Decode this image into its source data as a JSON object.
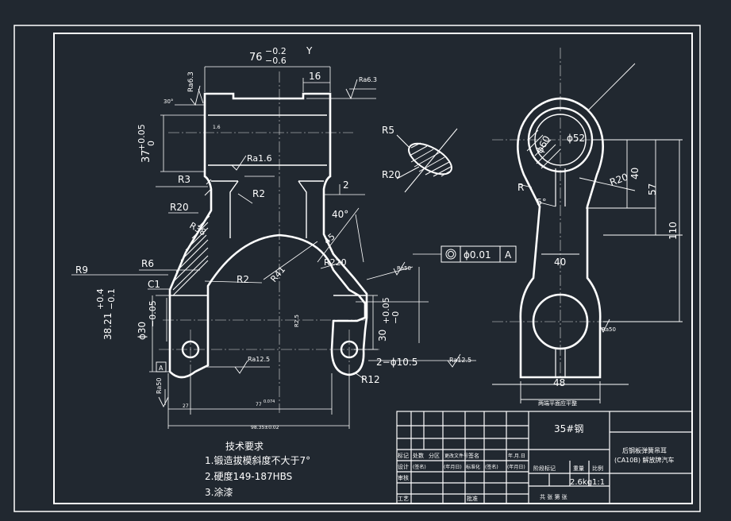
{
  "dims": {
    "top_width": "76",
    "top_tol_upper": "−0.2",
    "top_tol_lower": "−0.6",
    "axis_y": "Y",
    "slot_width": "16",
    "ra_top_left": "Ra6.3",
    "ra_top_right": "Ra6.3",
    "angle_top": "30°",
    "bore_height": "37",
    "bore_height_tol_upper": "+0.05",
    "bore_height_tol_lower": "0",
    "small_dim": "1.6",
    "ra_mid": "Ra1.6",
    "r3": "R3",
    "r2_upper": "R2",
    "gap_2": "2",
    "r20_left": "R20",
    "r38": "R38",
    "angle_40": "40°",
    "dim_45": "45",
    "r41": "R41",
    "r220": "R220",
    "r6": "R6",
    "r9": "R9",
    "c1": "C1",
    "r2_lower": "R2",
    "height_38": "38.21",
    "height_38_tol_upper": "+0.4",
    "height_38_tol_lower": "−0.1",
    "phi_30": "ϕ30",
    "phi_30_tol": "−0.05",
    "r2_5": "R2.5",
    "height_30": "30",
    "height_30_tol_upper": "+0.05",
    "height_30_tol_lower": "−0",
    "ra_right_side": "Ra50",
    "hole_dim": "2−ϕ10.5",
    "ra_hole": "Ra12.5",
    "r12": "R12",
    "ra_bottom_left": "Ra12.5",
    "datum_a": "A",
    "ra_left_vertical": "Ra50",
    "dim_27": "27",
    "dim_77": "77",
    "dim_77_tol": "0.074",
    "overall_width": "98.35±0.02",
    "section_r5": "R5",
    "section_r20": "R20",
    "tol_value": "ϕ0.01",
    "tol_datum": "A",
    "side_phi60": "ϕ60",
    "side_phi52": "ϕ52",
    "side_r20": "R20",
    "side_40_vertical": "40",
    "side_57": "57",
    "side_110": "110",
    "side_r": "R",
    "side_5deg": "5°",
    "side_40_horizontal": "40",
    "side_ra": "Ra50",
    "side_48": "48",
    "side_caption": "两端平面应平整"
  },
  "notes": {
    "heading": "技术要求",
    "items": [
      "1.锻造拔模斜度不大于7°",
      "2.硬度149-187HBS",
      "3.涂漆"
    ]
  },
  "title_block": {
    "material": "35#钢",
    "part_name_line1": "后钢板弹簧吊耳",
    "part_name_line2": "(CA10B) 解放牌汽车",
    "scale_value": "1:1",
    "mass_value": "2.6kg",
    "hdr_mark": "标记",
    "hdr_count": "处数",
    "hdr_zone": "分区",
    "hdr_docno": "更改文件号",
    "hdr_sign": "签名",
    "hdr_date": "年.月.日",
    "hdr_design": "设计",
    "hdr_signed_design": "(签名)",
    "hdr_date_design": "(年月日)",
    "hdr_std": "标准化",
    "hdr_signed_std": "(签名)",
    "hdr_date_std": "(年月日)",
    "hdr_review": "审核",
    "hdr_process": "工艺",
    "hdr_approve": "批准",
    "hdr_stage": "阶段标记",
    "hdr_mass": "重量",
    "hdr_scale": "比例",
    "hdr_sheets": "共  张  第  张"
  }
}
